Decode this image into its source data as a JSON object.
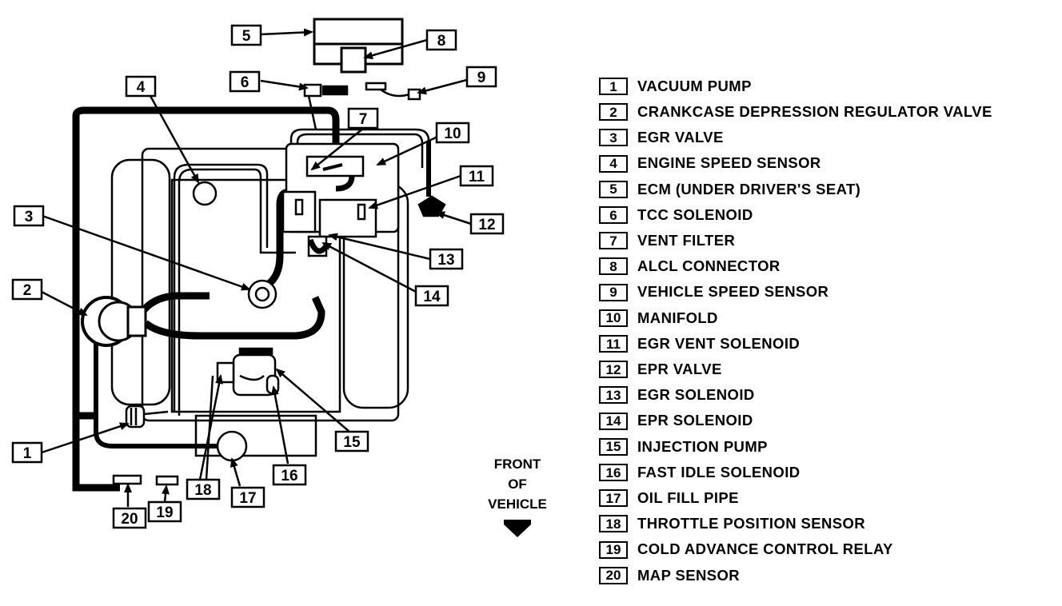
{
  "front_label": [
    "FRONT",
    "OF",
    "VEHICLE"
  ],
  "legend": [
    {
      "num": "1",
      "label": "VACUUM PUMP"
    },
    {
      "num": "2",
      "label": "CRANKCASE DEPRESSION REGULATOR VALVE"
    },
    {
      "num": "3",
      "label": "EGR VALVE"
    },
    {
      "num": "4",
      "label": "ENGINE SPEED SENSOR"
    },
    {
      "num": "5",
      "label": "ECM (UNDER DRIVER'S SEAT)"
    },
    {
      "num": "6",
      "label": "TCC SOLENOID"
    },
    {
      "num": "7",
      "label": "VENT FILTER"
    },
    {
      "num": "8",
      "label": "ALCL CONNECTOR"
    },
    {
      "num": "9",
      "label": "VEHICLE SPEED SENSOR"
    },
    {
      "num": "10",
      "label": "MANIFOLD"
    },
    {
      "num": "11",
      "label": "EGR VENT SOLENOID"
    },
    {
      "num": "12",
      "label": "EPR VALVE"
    },
    {
      "num": "13",
      "label": "EGR SOLENOID"
    },
    {
      "num": "14",
      "label": "EPR SOLENOID"
    },
    {
      "num": "15",
      "label": "INJECTION PUMP"
    },
    {
      "num": "16",
      "label": "FAST IDLE SOLENOID"
    },
    {
      "num": "17",
      "label": "OIL FILL PIPE"
    },
    {
      "num": "18",
      "label": "THROTTLE POSITION SENSOR"
    },
    {
      "num": "19",
      "label": "COLD ADVANCE CONTROL RELAY"
    },
    {
      "num": "20",
      "label": "MAP SENSOR"
    }
  ]
}
